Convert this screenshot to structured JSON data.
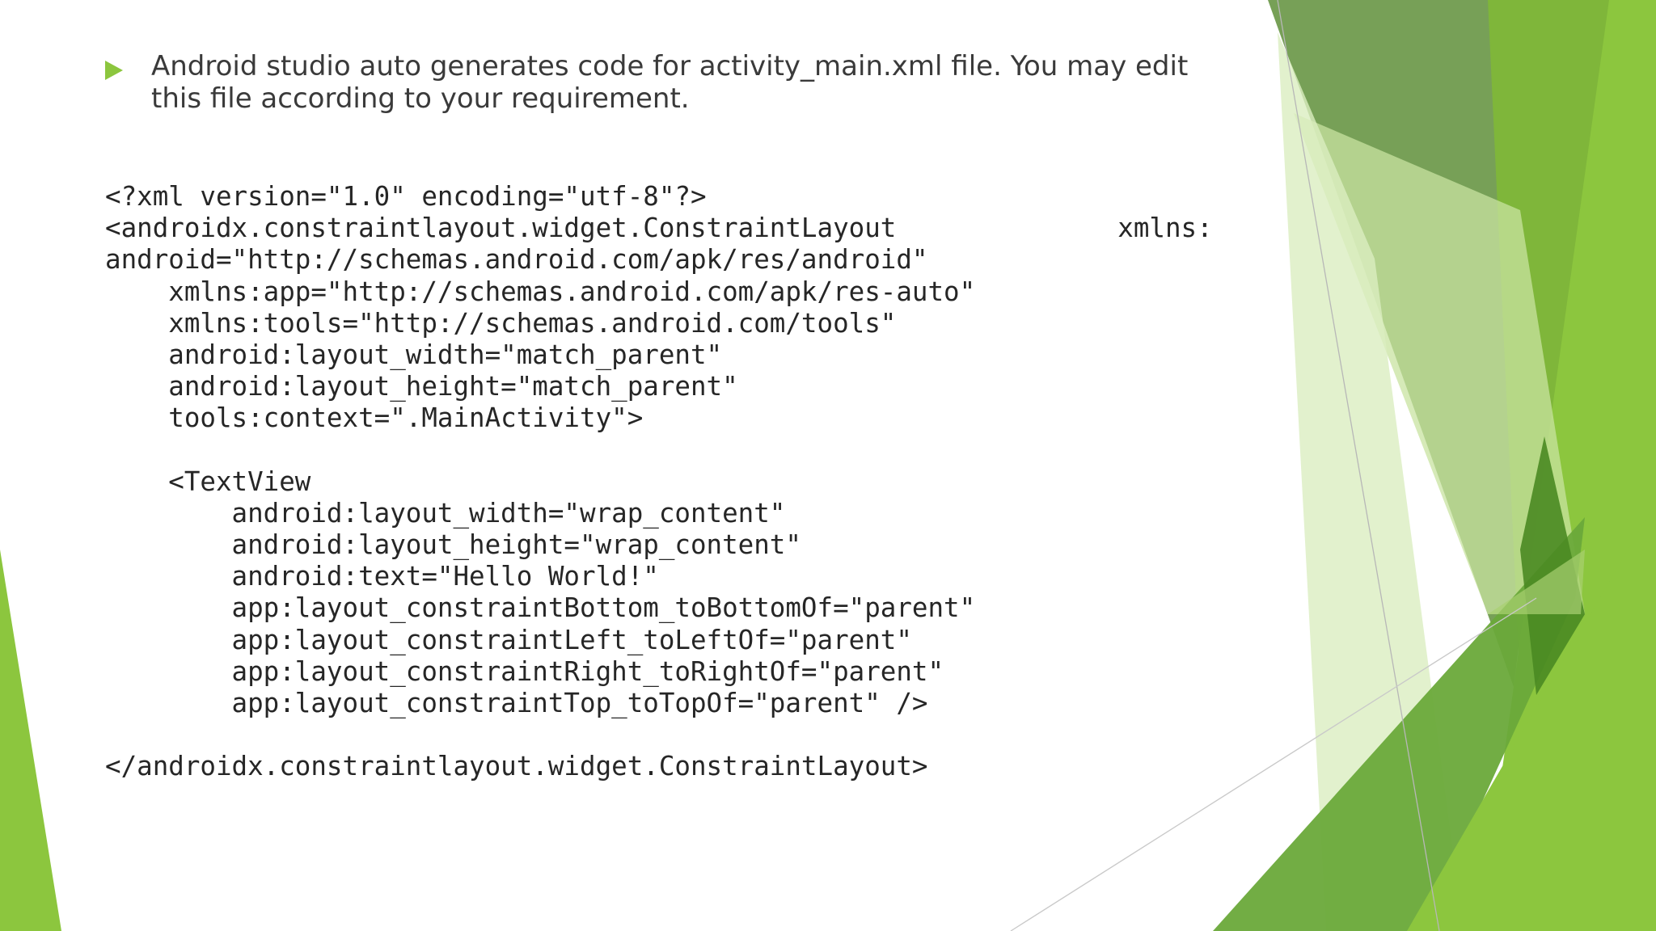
{
  "slide": {
    "bullet_text": "Android studio auto generates code for activity_main.xml file. You may edit this file according to your requirement.",
    "code_lines": [
      "<?xml version=\"1.0\" encoding=\"utf-8\"?>",
      "<androidx.constraintlayout.widget.ConstraintLayout              xmlns:",
      "android=\"http://schemas.android.com/apk/res/android\"",
      "    xmlns:app=\"http://schemas.android.com/apk/res-auto\"",
      "    xmlns:tools=\"http://schemas.android.com/tools\"",
      "    android:layout_width=\"match_parent\"",
      "    android:layout_height=\"match_parent\"",
      "    tools:context=\".MainActivity\">",
      "",
      "    <TextView",
      "        android:layout_width=\"wrap_content\"",
      "        android:layout_height=\"wrap_content\"",
      "        android:text=\"Hello World!\"",
      "        app:layout_constraintBottom_toBottomOf=\"parent\"",
      "        app:layout_constraintLeft_toLeftOf=\"parent\"",
      "        app:layout_constraintRight_toRightOf=\"parent\"",
      "        app:layout_constraintTop_toTopOf=\"parent\" />",
      "",
      "</androidx.constraintlayout.widget.ConstraintLayout>"
    ]
  },
  "theme": {
    "accent": "#8cc63e",
    "green_dark": "#5f8f3a",
    "green_mid": "#7fb63a",
    "green_light": "#c8e3a0",
    "text": "#262626"
  },
  "icons": {
    "bullet": "triangle-right-bullet-icon"
  }
}
